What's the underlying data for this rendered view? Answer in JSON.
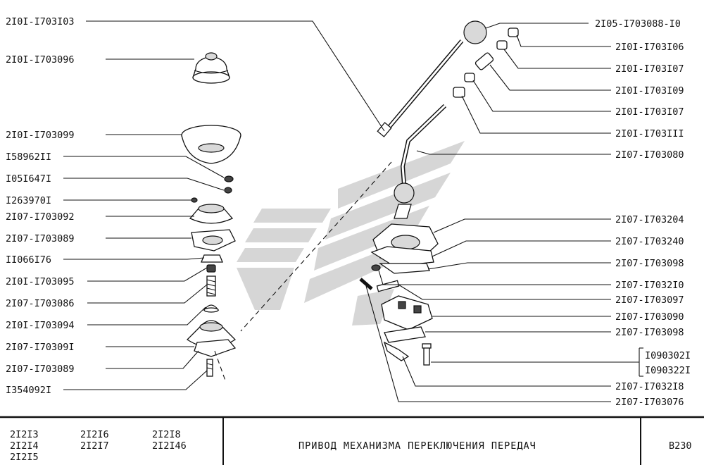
{
  "left_labels": [
    "2I0I-I703I03",
    "2I0I-I703096",
    "2I0I-I703099",
    "I58962II",
    "I05I647I",
    "I263970I",
    "2I07-I703092",
    "2I07-I703089",
    "II066I76",
    "2I0I-I703095",
    "2I07-I703086",
    "2I0I-I703094",
    "2I07-I70309I",
    "2I07-I703089",
    "I354092I"
  ],
  "right_labels": [
    "2I05-I703088-I0",
    "2I0I-I703I06",
    "2I0I-I703I07",
    "2I0I-I703I09",
    "2I0I-I703I07",
    "2I0I-I703III",
    "2I07-I703080",
    "2I07-I703204",
    "2I07-I703240",
    "2I07-I703098",
    "2I07-I7032I0",
    "2I07-I703097",
    "2I07-I703090",
    "2I07-I703098",
    "I090302I",
    "I090322I",
    "2I07-I7032I8",
    "2I07-I703076"
  ],
  "footer": {
    "models": [
      "2I2I3",
      "2I2I6",
      "2I2I8",
      "2I2I4",
      "2I2I7",
      "2I2I46",
      "2I2I5"
    ],
    "title": "ПРИВОД МЕХАНИЗМА ПЕРЕКЛЮЧЕНИЯ ПЕРЕДАЧ",
    "code": "B230"
  },
  "colors": {
    "logo": "#d6d6d6",
    "ink": "#111111"
  }
}
